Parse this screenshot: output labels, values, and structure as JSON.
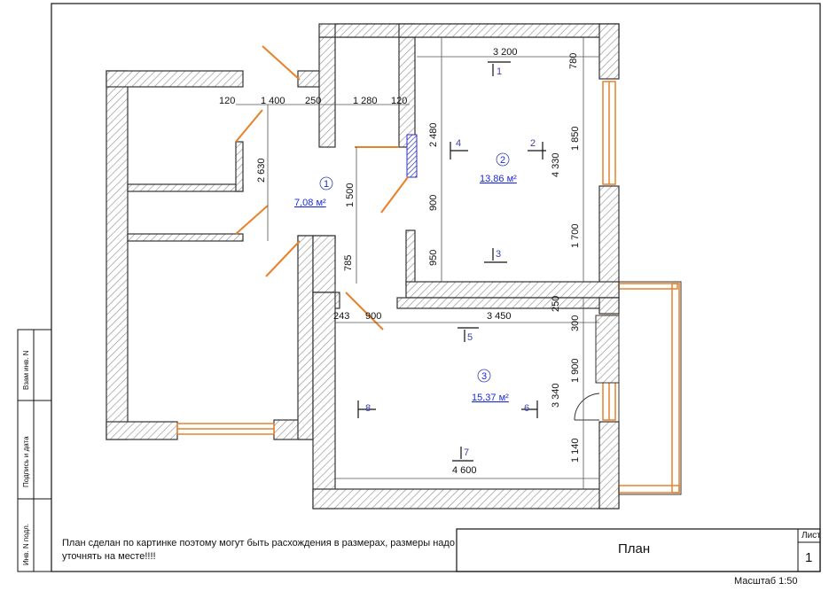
{
  "drawing": {
    "note": "План сделан по картинке поэтому могут быть расхождения в размерах, размеры надо уточнять на месте!!!!",
    "note_line1": "План сделан по картинке поэтому могут быть расхождения в размерах, размеры надо",
    "note_line2": "уточнять на месте!!!!",
    "title": "План",
    "sheet_label": "Лист",
    "sheet_number": "1",
    "scale": "Масштаб 1:50",
    "stamp_1": "Взам инв. N",
    "stamp_2": "Подпись и дата",
    "stamp_3": "Инв. N подл."
  },
  "rooms": [
    {
      "number": "1",
      "area": "7,08 м²"
    },
    {
      "number": "2",
      "area": "13,86 м²"
    },
    {
      "number": "3",
      "area": "15,37 м²"
    }
  ],
  "dimensions": {
    "d120a": "120",
    "d1400": "1 400",
    "d250a": "250",
    "d1280": "1 280",
    "d120b": "120",
    "d3200": "3 200",
    "d780": "780",
    "d2630": "2 630",
    "d1500": "1 500",
    "d2480": "2 480",
    "d1850": "1 850",
    "d4330": "4 330",
    "d900a": "900",
    "d1700": "1 700",
    "d950": "950",
    "d785": "785",
    "d243": "243",
    "d900b": "900",
    "d3450": "3 450",
    "d250b": "250",
    "d300": "300",
    "d1900": "1 900",
    "d3340": "3 340",
    "d1140": "1 140",
    "d4600": "4 600"
  },
  "views": [
    "1",
    "2",
    "3",
    "4",
    "5",
    "6",
    "7",
    "8"
  ],
  "colors": {
    "wall_hatch": "#8a8a8a",
    "door": "#e8822a",
    "room_label": "#1a2bd6",
    "view_label": "#3b3fb0",
    "partition": "#2a2fc8"
  }
}
